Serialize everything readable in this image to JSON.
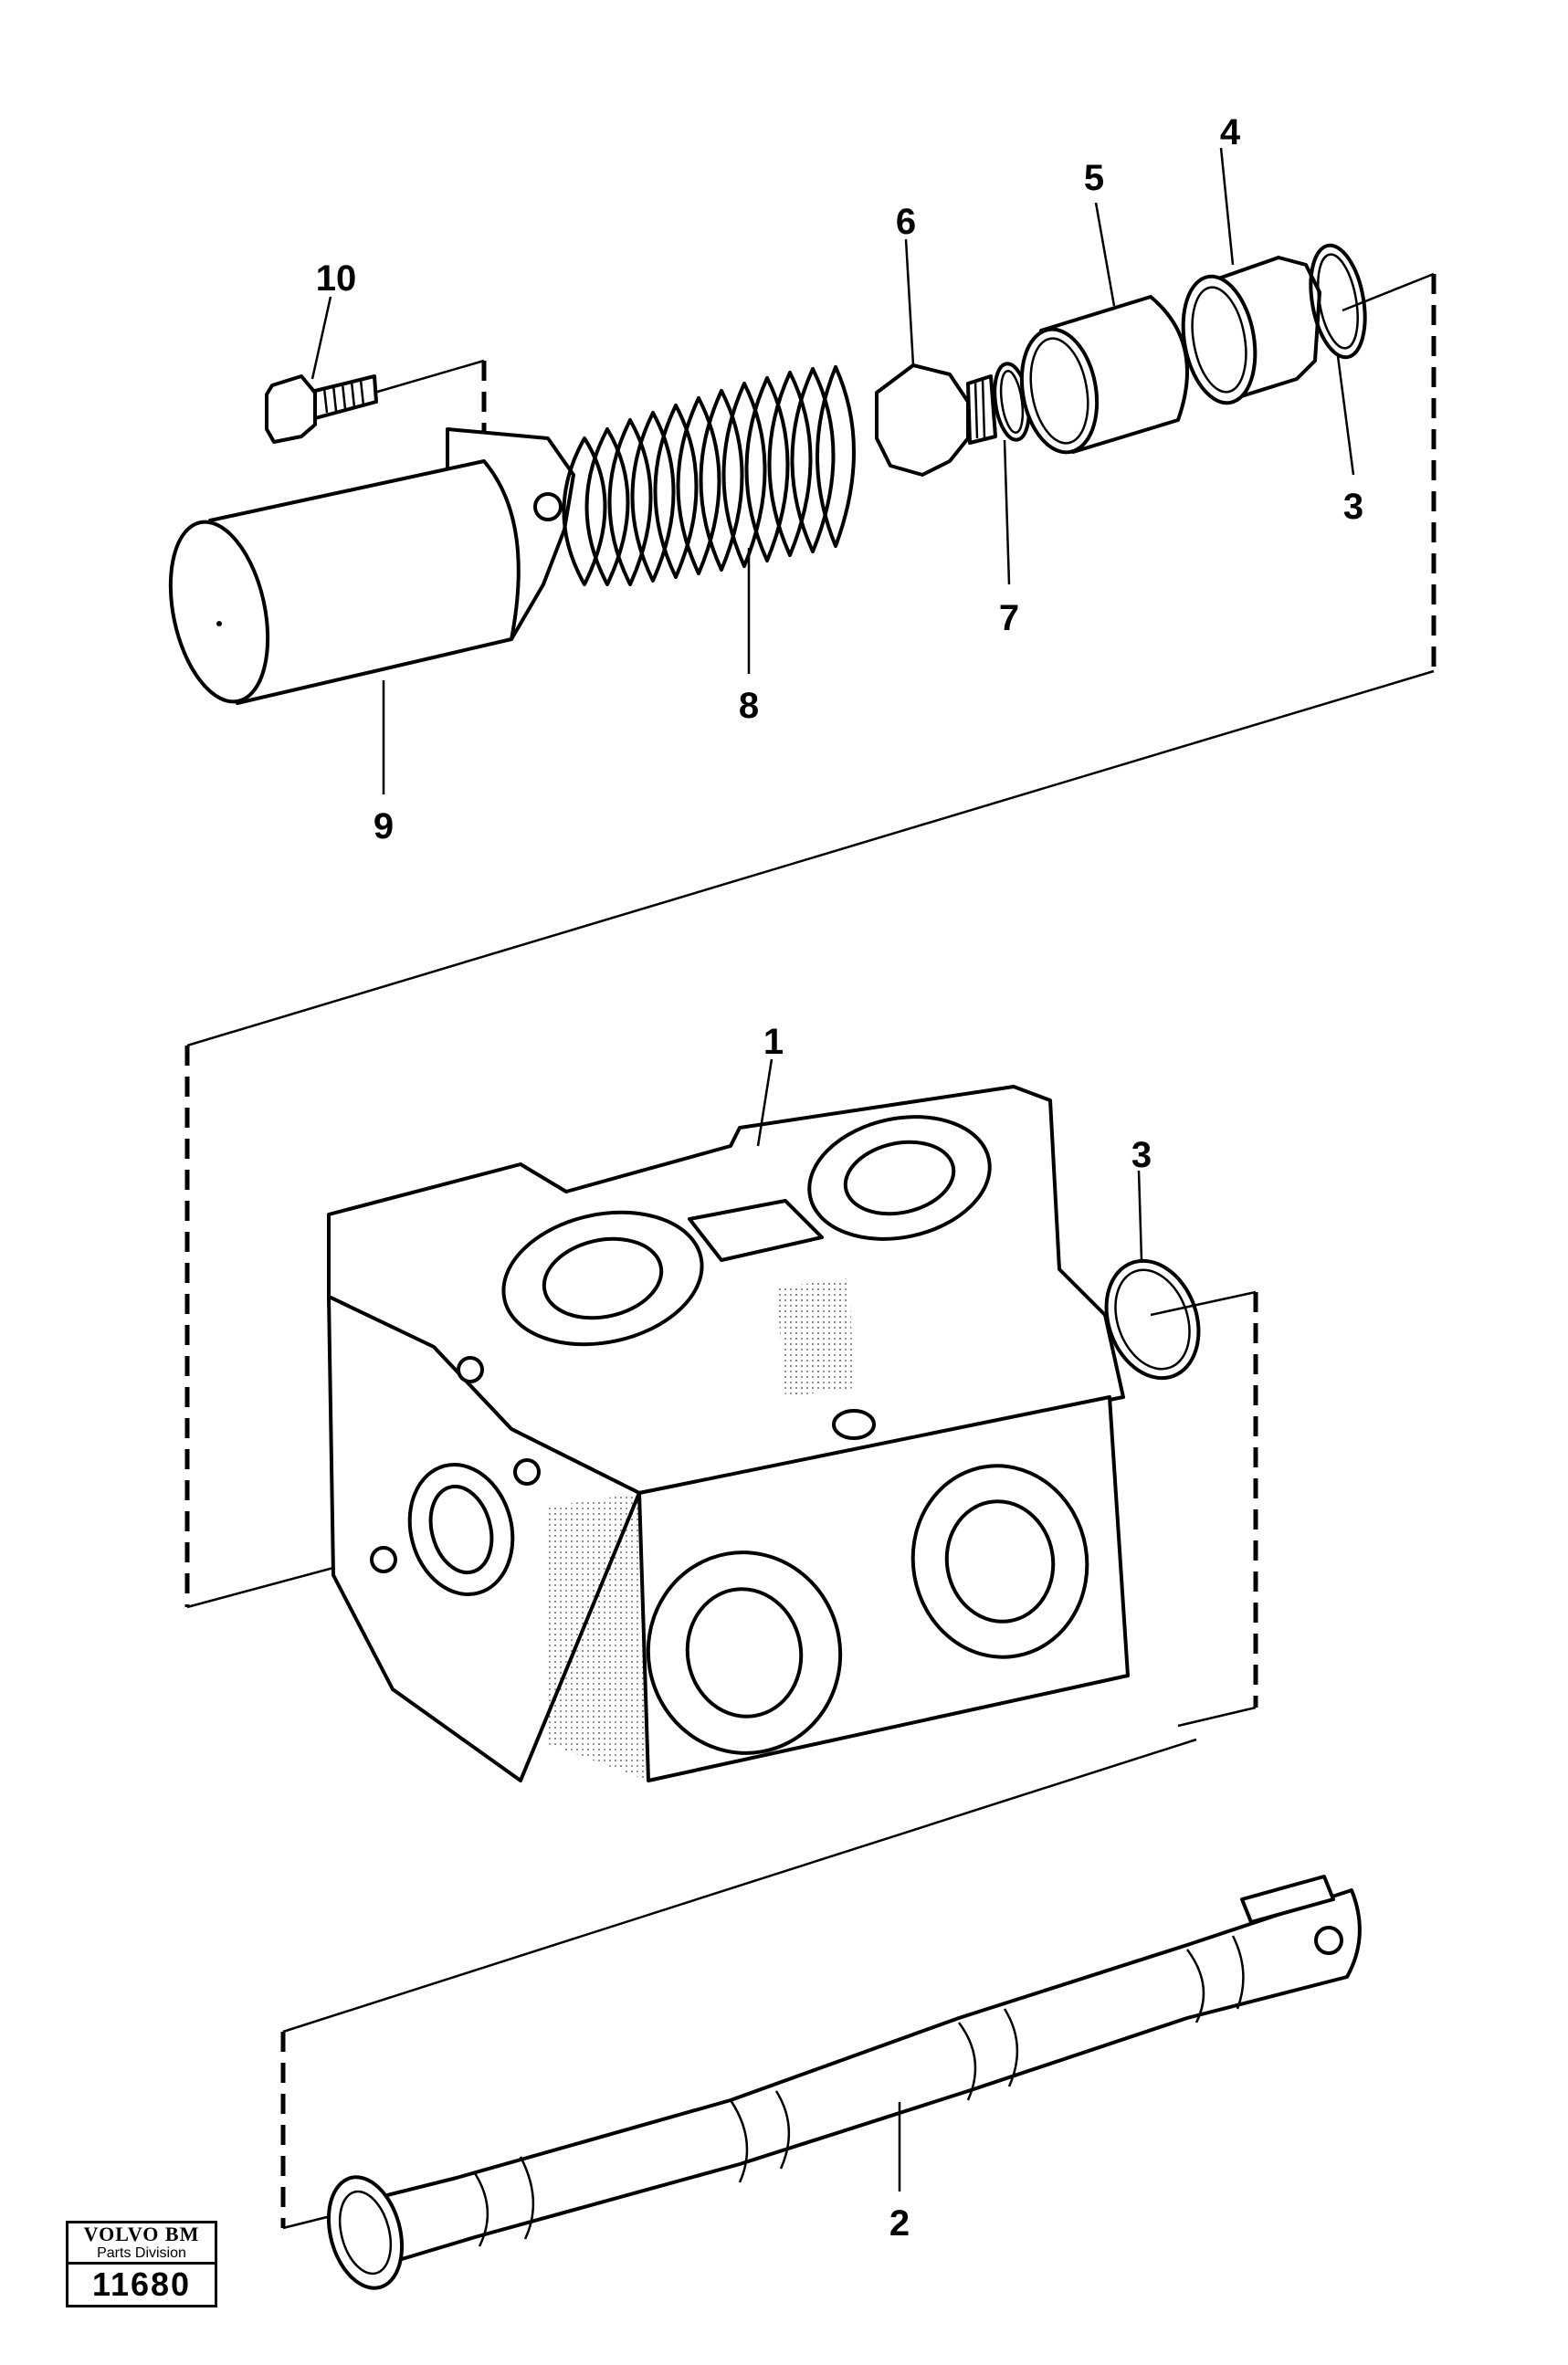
{
  "labels": {
    "p1": "1",
    "p2": "2",
    "p3a": "3",
    "p3b": "3",
    "p4": "4",
    "p5": "5",
    "p6": "6",
    "p7": "7",
    "p8": "8",
    "p9": "9",
    "p10": "10"
  },
  "stamp": {
    "brand": "VOLVO BM",
    "division": "Parts Division",
    "number": "11680"
  }
}
